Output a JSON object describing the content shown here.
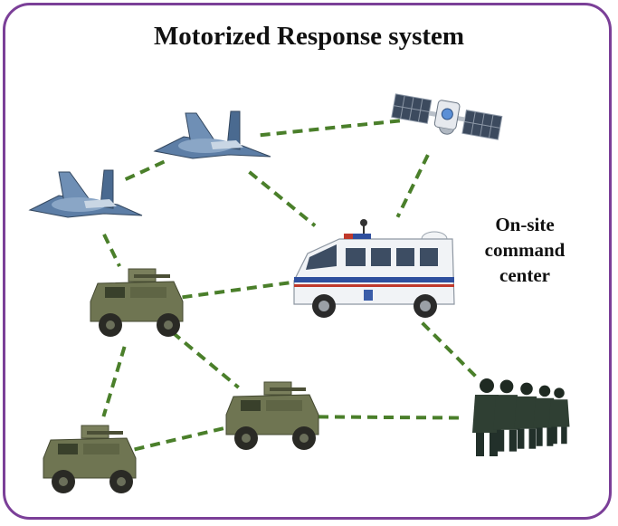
{
  "title": "Motorized Response system",
  "command_label": [
    "On-site",
    "command",
    "center"
  ],
  "colors": {
    "frame": "#7b3f98",
    "link": "#4a7f2a",
    "drone": "#4f6f95",
    "truck": "#6f7552",
    "van": "#f1f3f6",
    "satellite_panel": "#3c4a5e",
    "police": "#2f3f33"
  },
  "nodes": [
    {
      "id": "drone-1",
      "kind": "drone",
      "icon": "drone-icon"
    },
    {
      "id": "drone-2",
      "kind": "drone",
      "icon": "drone-icon"
    },
    {
      "id": "satellite",
      "kind": "satellite",
      "icon": "satellite-icon"
    },
    {
      "id": "command-van",
      "kind": "van",
      "icon": "command-van-icon"
    },
    {
      "id": "truck-1",
      "kind": "truck",
      "icon": "armored-truck-icon"
    },
    {
      "id": "truck-2",
      "kind": "truck",
      "icon": "armored-truck-icon"
    },
    {
      "id": "truck-3",
      "kind": "truck",
      "icon": "armored-truck-icon"
    },
    {
      "id": "police-squad",
      "kind": "squad",
      "icon": "police-squad-icon"
    }
  ],
  "links": [
    [
      "drone-1",
      "drone-2"
    ],
    [
      "drone-2",
      "satellite"
    ],
    [
      "drone-2",
      "command-van"
    ],
    [
      "drone-1",
      "truck-1"
    ],
    [
      "satellite",
      "command-van"
    ],
    [
      "truck-1",
      "command-van"
    ],
    [
      "truck-1",
      "truck-2"
    ],
    [
      "truck-1",
      "truck-3"
    ],
    [
      "truck-2",
      "truck-3"
    ],
    [
      "truck-3",
      "police-squad"
    ],
    [
      "command-van",
      "police-squad"
    ]
  ]
}
